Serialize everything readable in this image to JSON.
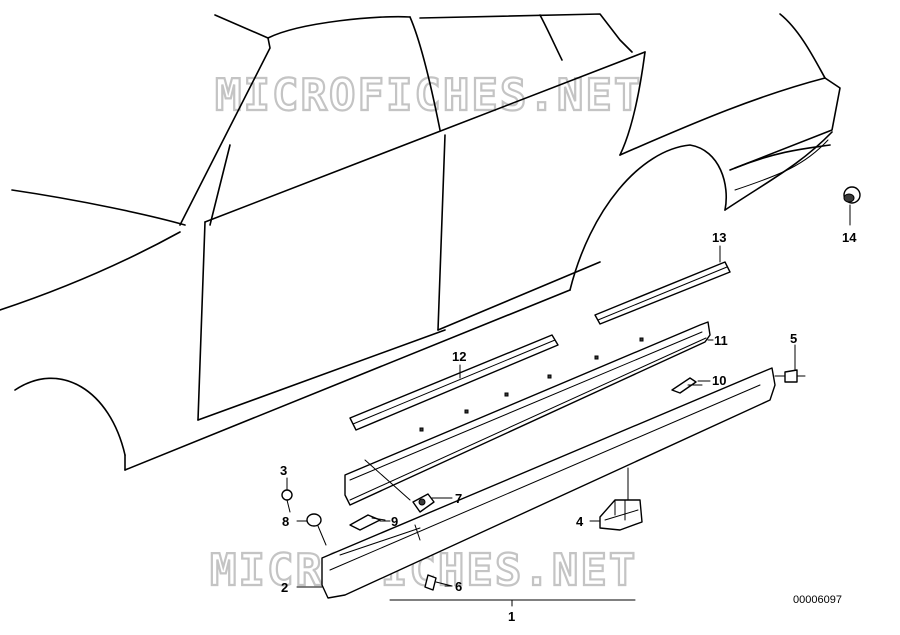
{
  "watermark": {
    "text": "MICROFICHES.NET"
  },
  "document_number": "00006097",
  "callouts": [
    {
      "id": "1",
      "label": "1"
    },
    {
      "id": "2",
      "label": "2"
    },
    {
      "id": "3",
      "label": "3"
    },
    {
      "id": "4",
      "label": "4"
    },
    {
      "id": "5",
      "label": "5"
    },
    {
      "id": "6",
      "label": "6"
    },
    {
      "id": "7",
      "label": "7"
    },
    {
      "id": "8",
      "label": "8"
    },
    {
      "id": "9",
      "label": "9"
    },
    {
      "id": "10",
      "label": "10"
    },
    {
      "id": "11",
      "label": "11"
    },
    {
      "id": "12",
      "label": "12"
    },
    {
      "id": "13",
      "label": "13"
    },
    {
      "id": "14",
      "label": "14"
    }
  ]
}
